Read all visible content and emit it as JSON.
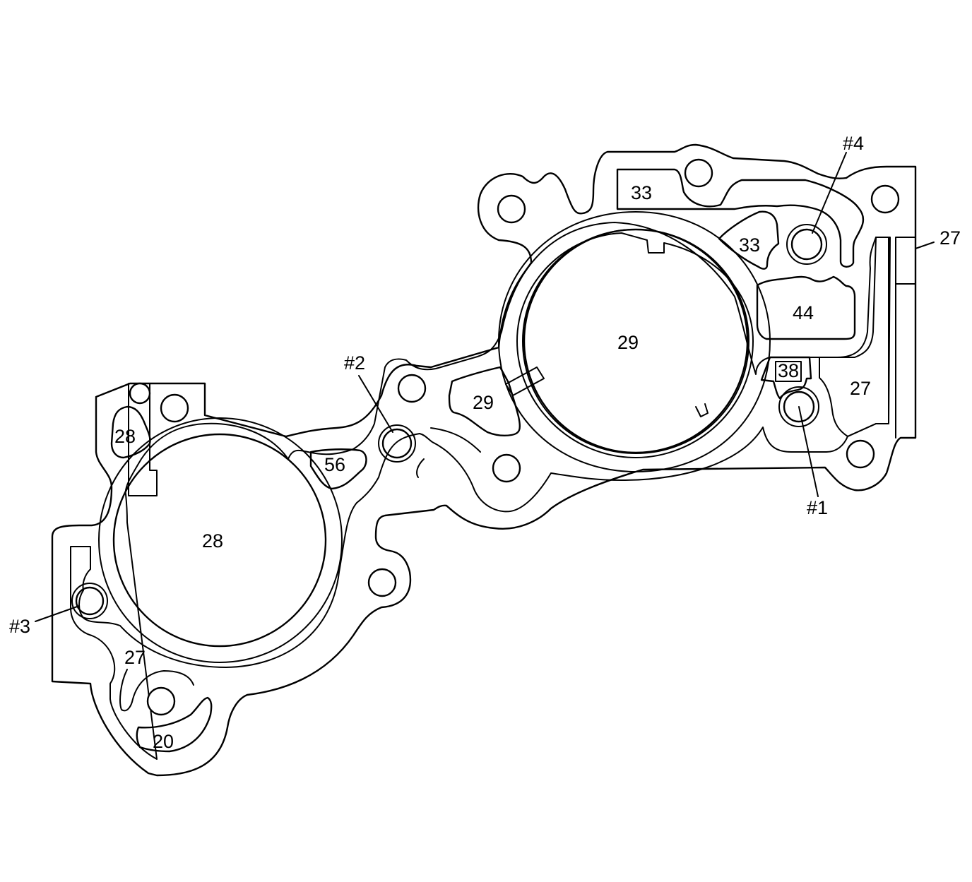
{
  "diagram": {
    "colors": {
      "line": "#000000",
      "background": "#ffffff"
    },
    "port_labels": {
      "left_bore": "28",
      "right_bore": "29",
      "left_passage_28": "28",
      "passage_56": "56",
      "passage_29": "29",
      "left_passage_27": "27",
      "passage_20": "20",
      "top_passage_33a": "33",
      "top_passage_33b": "33",
      "passage_44": "44",
      "passage_38": "38",
      "right_passage_27": "27",
      "edge_27": "27"
    },
    "callouts": {
      "c1": "#1",
      "c2": "#2",
      "c3": "#3",
      "c4": "#4"
    }
  }
}
